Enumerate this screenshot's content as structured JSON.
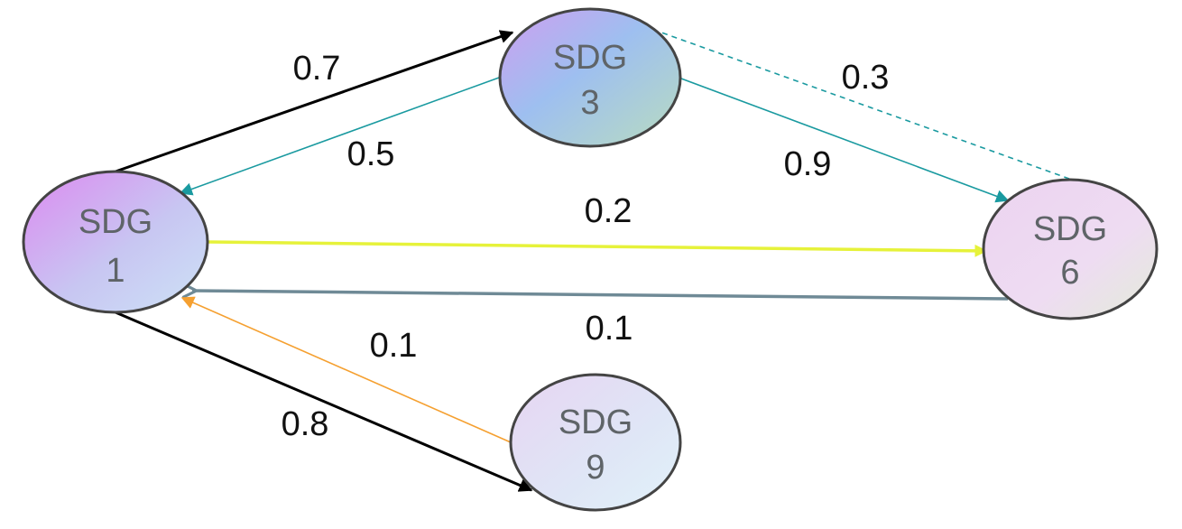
{
  "nodes": {
    "sdg1": {
      "line1": "SDG",
      "line2": "1"
    },
    "sdg3": {
      "line1": "SDG",
      "line2": "3"
    },
    "sdg6": {
      "line1": "SDG",
      "line2": "6"
    },
    "sdg9": {
      "line1": "SDG",
      "line2": "9"
    }
  },
  "edges": {
    "sdg1_to_sdg3": {
      "weight": "0.7",
      "color": "#000000",
      "style": "solid"
    },
    "sdg3_to_sdg1": {
      "weight": "0.5",
      "color": "#1a9aa0",
      "style": "solid"
    },
    "sdg3_to_sdg6": {
      "weight": "0.9",
      "color": "#1a9aa0",
      "style": "solid"
    },
    "sdg6_to_sdg3": {
      "weight": "0.3",
      "color": "#1a9aa0",
      "style": "dashed"
    },
    "sdg1_to_sdg6": {
      "weight": "0.2",
      "color": "#e6f23a",
      "style": "solid"
    },
    "sdg6_to_sdg1": {
      "weight": "0.1",
      "color": "#6f8a96",
      "style": "solid"
    },
    "sdg1_to_sdg9": {
      "weight": "0.8",
      "color": "#000000",
      "style": "solid"
    },
    "sdg9_to_sdg1": {
      "weight": "0.1",
      "color": "#f5a030",
      "style": "solid"
    }
  }
}
